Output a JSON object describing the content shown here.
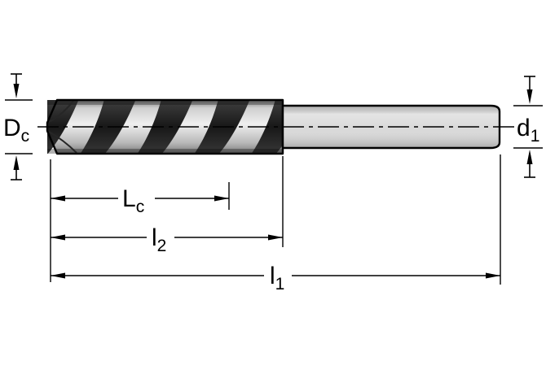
{
  "diagram": {
    "labels": {
      "dc": {
        "main": "D",
        "sub": "c"
      },
      "d1": {
        "main": "d",
        "sub": "1"
      },
      "lc": {
        "main": "L",
        "sub": "c"
      },
      "l2": {
        "main": "l",
        "sub": "2"
      },
      "l1": {
        "main": "l",
        "sub": "1"
      }
    },
    "colors": {
      "line": "#000000",
      "shank_fill": "#d9d9d9",
      "background": "#ffffff"
    }
  }
}
